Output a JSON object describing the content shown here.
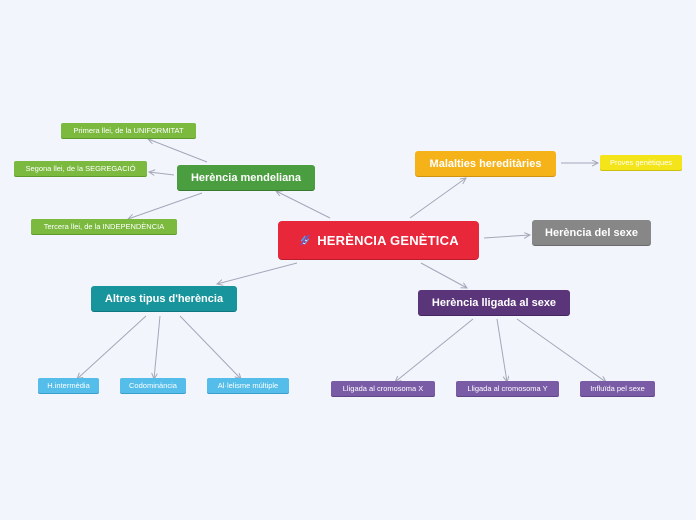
{
  "root": {
    "label": "HERÈNCIA GENÈTICA",
    "icon": "dna-icon"
  },
  "branches": {
    "mendeliana": {
      "label": "Herència mendeliana",
      "leaves": [
        "Primera llei, de la UNIFORMITAT",
        "Segona llei, de la SEGREGACIÓ",
        "Tercera llei, de la INDEPENDÈNCIA"
      ]
    },
    "malalties": {
      "label": "Malalties hereditàries",
      "leaves": [
        "Proves genètiques"
      ]
    },
    "sexe": {
      "label": "Herència del sexe",
      "leaves": []
    },
    "altres": {
      "label": "Altres tipus d'herència",
      "leaves": [
        "H.intermèdia",
        "Codominància",
        "Al·lelisme múltiple"
      ]
    },
    "lligada": {
      "label": "Herència lligada al sexe",
      "leaves": [
        "Lligada al cromosoma X",
        "Lligada al cromosoma Y",
        "Influïda pel sexe"
      ]
    }
  },
  "colors": {
    "background": "#f3f5fc",
    "root": "#e8273a",
    "mendeliana": "#4a9e3f",
    "mendeliana_leaf": "#7bb93f",
    "malalties": "#f6b219",
    "malalties_leaf": "#f3e519",
    "sexe": "#878787",
    "altres": "#17949c",
    "altres_leaf": "#54bde9",
    "lligada": "#5b357a",
    "lligada_leaf": "#7a5ba6",
    "connector": "#a3a8b8"
  }
}
